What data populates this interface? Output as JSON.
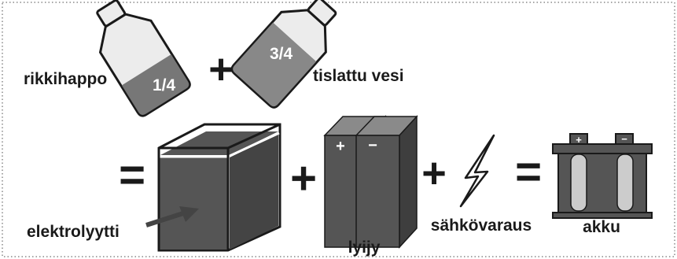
{
  "labels": {
    "acid": "rikkihappo",
    "water": "tislattu vesi",
    "electrolyte": "elektrolyytti",
    "lead": "lyijy",
    "charge": "sähkövaraus",
    "battery": "akku"
  },
  "fractions": {
    "acid": "1/4",
    "water": "3/4"
  },
  "symbols": {
    "plus": "+",
    "minus": "−",
    "equals": "="
  },
  "colors": {
    "dark_fill": "#555555",
    "mid_fill": "#777777",
    "light_fill": "#cccccc",
    "bottle_fill": "#ececec",
    "outline": "#1a1a1a",
    "border_dots": "#888888"
  }
}
